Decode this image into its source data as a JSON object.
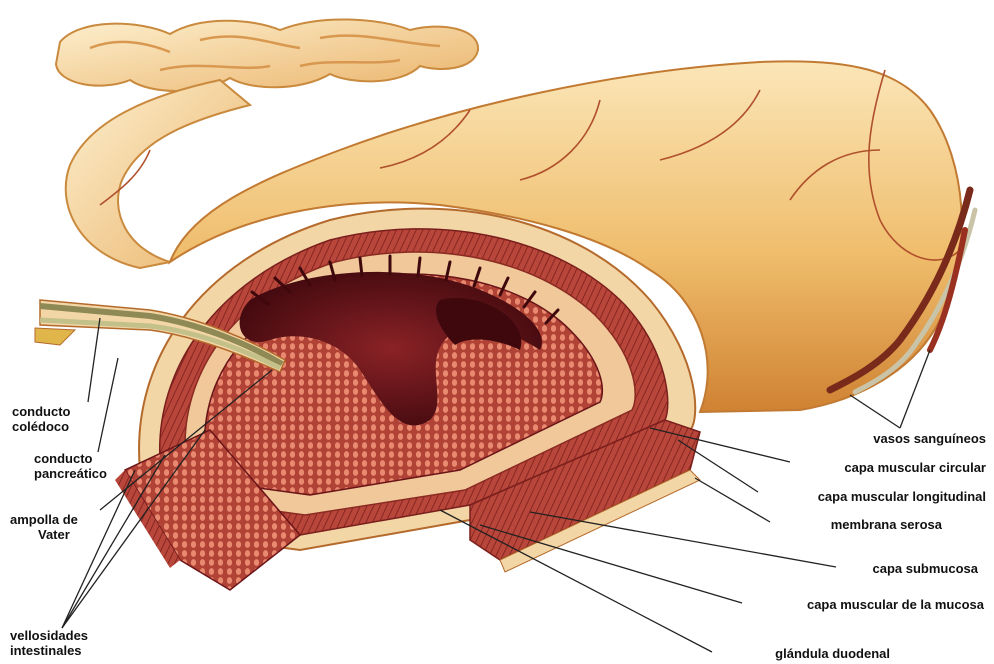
{
  "colors": {
    "tissue_light": "#f6d79a",
    "tissue_mid": "#e9b262",
    "tissue_dark": "#c8782e",
    "muscle": "#b8463a",
    "muscle_dark": "#7a1f1c",
    "villi": "#c9584a",
    "lumen": "#5a0f16",
    "vessel": "#9a3020",
    "duct": "#c4c08a",
    "leader_line": "#222222",
    "text": "#111111"
  },
  "labels": {
    "conducto_coledoco": [
      "conducto",
      "colédoco"
    ],
    "conducto_pancreatico": [
      "conducto",
      "pancreático"
    ],
    "ampolla_de_vater": [
      "ampolla de",
      "Vater"
    ],
    "vellosidades_intestinales": [
      "vellosidades",
      "intestinales"
    ],
    "vasos_sanguineos": "vasos sanguíneos",
    "capa_muscular_circular": "capa muscular circular",
    "capa_muscular_longitudinal": "capa muscular longitudinal",
    "membrana_serosa": "membrana serosa",
    "capa_submucosa": "capa submucosa",
    "capa_muscular_de_la_mucosa": "capa muscular de la mucosa",
    "glandula_duodenal": "glándula duodenal"
  }
}
